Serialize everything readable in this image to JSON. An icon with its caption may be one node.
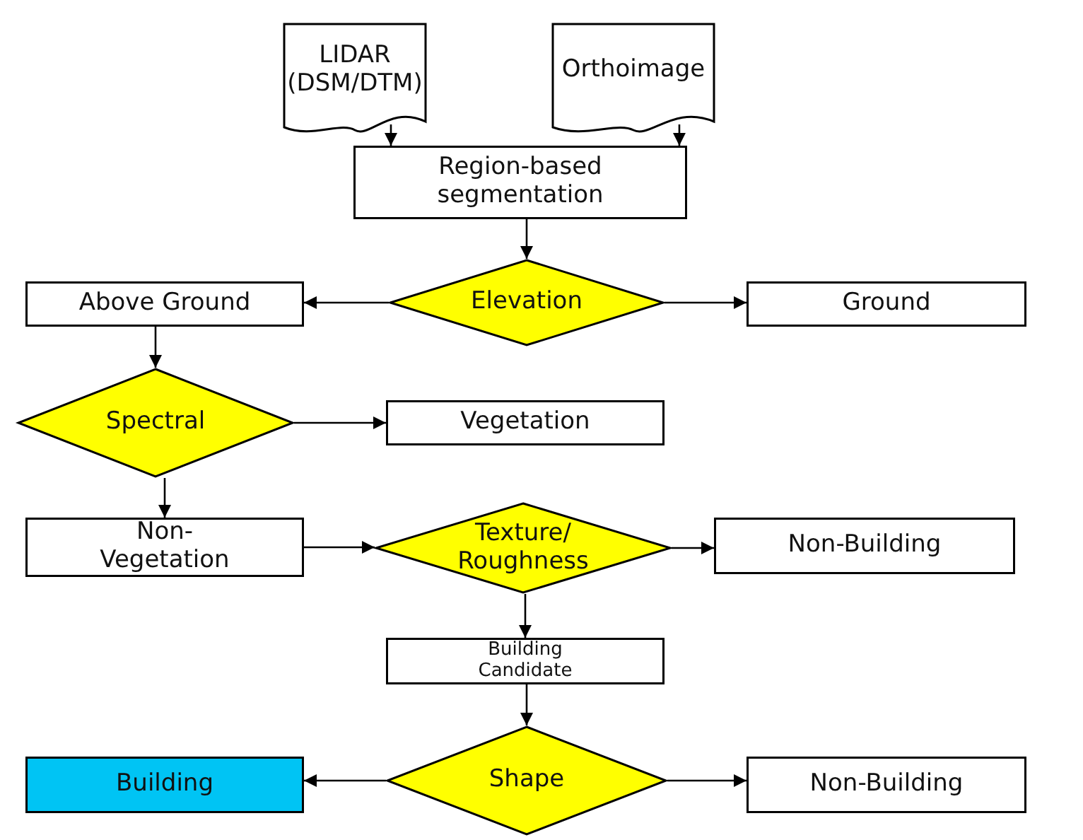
{
  "diagram": {
    "nodes": [
      {
        "text": [
          "LIDAR (DSM/DTM)"
        ]
      },
      {
        "text": [
          "Orthoimage"
        ]
      },
      {
        "text": [
          "Region-based segmentation"
        ]
      },
      {
        "text": [
          "Above Ground"
        ]
      },
      {
        "text": [
          "Elevation"
        ]
      },
      {
        "text": [
          "Ground"
        ]
      },
      {
        "text": [
          "Spectral"
        ]
      },
      {
        "text": [
          "Vegetation"
        ]
      },
      {
        "text": [
          "Non- Vegetation"
        ]
      },
      {
        "text": [
          "Texture/ Roughness"
        ]
      },
      {
        "text": [
          "Non-Building"
        ]
      },
      {
        "text": [
          "Building Candidate"
        ]
      },
      {
        "text": [
          "Building"
        ]
      },
      {
        "text": [
          "Shape"
        ]
      },
      {
        "text": [
          "Non-Building"
        ]
      }
    ],
    "edges": [
      {
        "from": 0,
        "to": 2,
        "arrow": "to"
      },
      {
        "from": 1,
        "to": 2,
        "arrow": "to"
      },
      {
        "from": 2,
        "to": 4,
        "arrow": "to"
      },
      {
        "from": 4,
        "to": 3,
        "arrow": "to"
      },
      {
        "from": 4,
        "to": 5,
        "arrow": "to"
      },
      {
        "from": 3,
        "to": 6,
        "arrow": "to"
      },
      {
        "from": 6,
        "to": 7,
        "arrow": "to"
      },
      {
        "from": 6,
        "to": 8,
        "arrow": "to"
      },
      {
        "from": 8,
        "to": 9,
        "arrow": "to"
      },
      {
        "from": 9,
        "to": 10,
        "arrow": "to"
      },
      {
        "from": 9,
        "to": 11,
        "arrow": "to"
      },
      {
        "from": 11,
        "to": 13,
        "arrow": "to"
      },
      {
        "from": 13,
        "to": 12,
        "arrow": "to"
      },
      {
        "from": 13,
        "to": 14,
        "arrow": "to"
      }
    ]
  }
}
